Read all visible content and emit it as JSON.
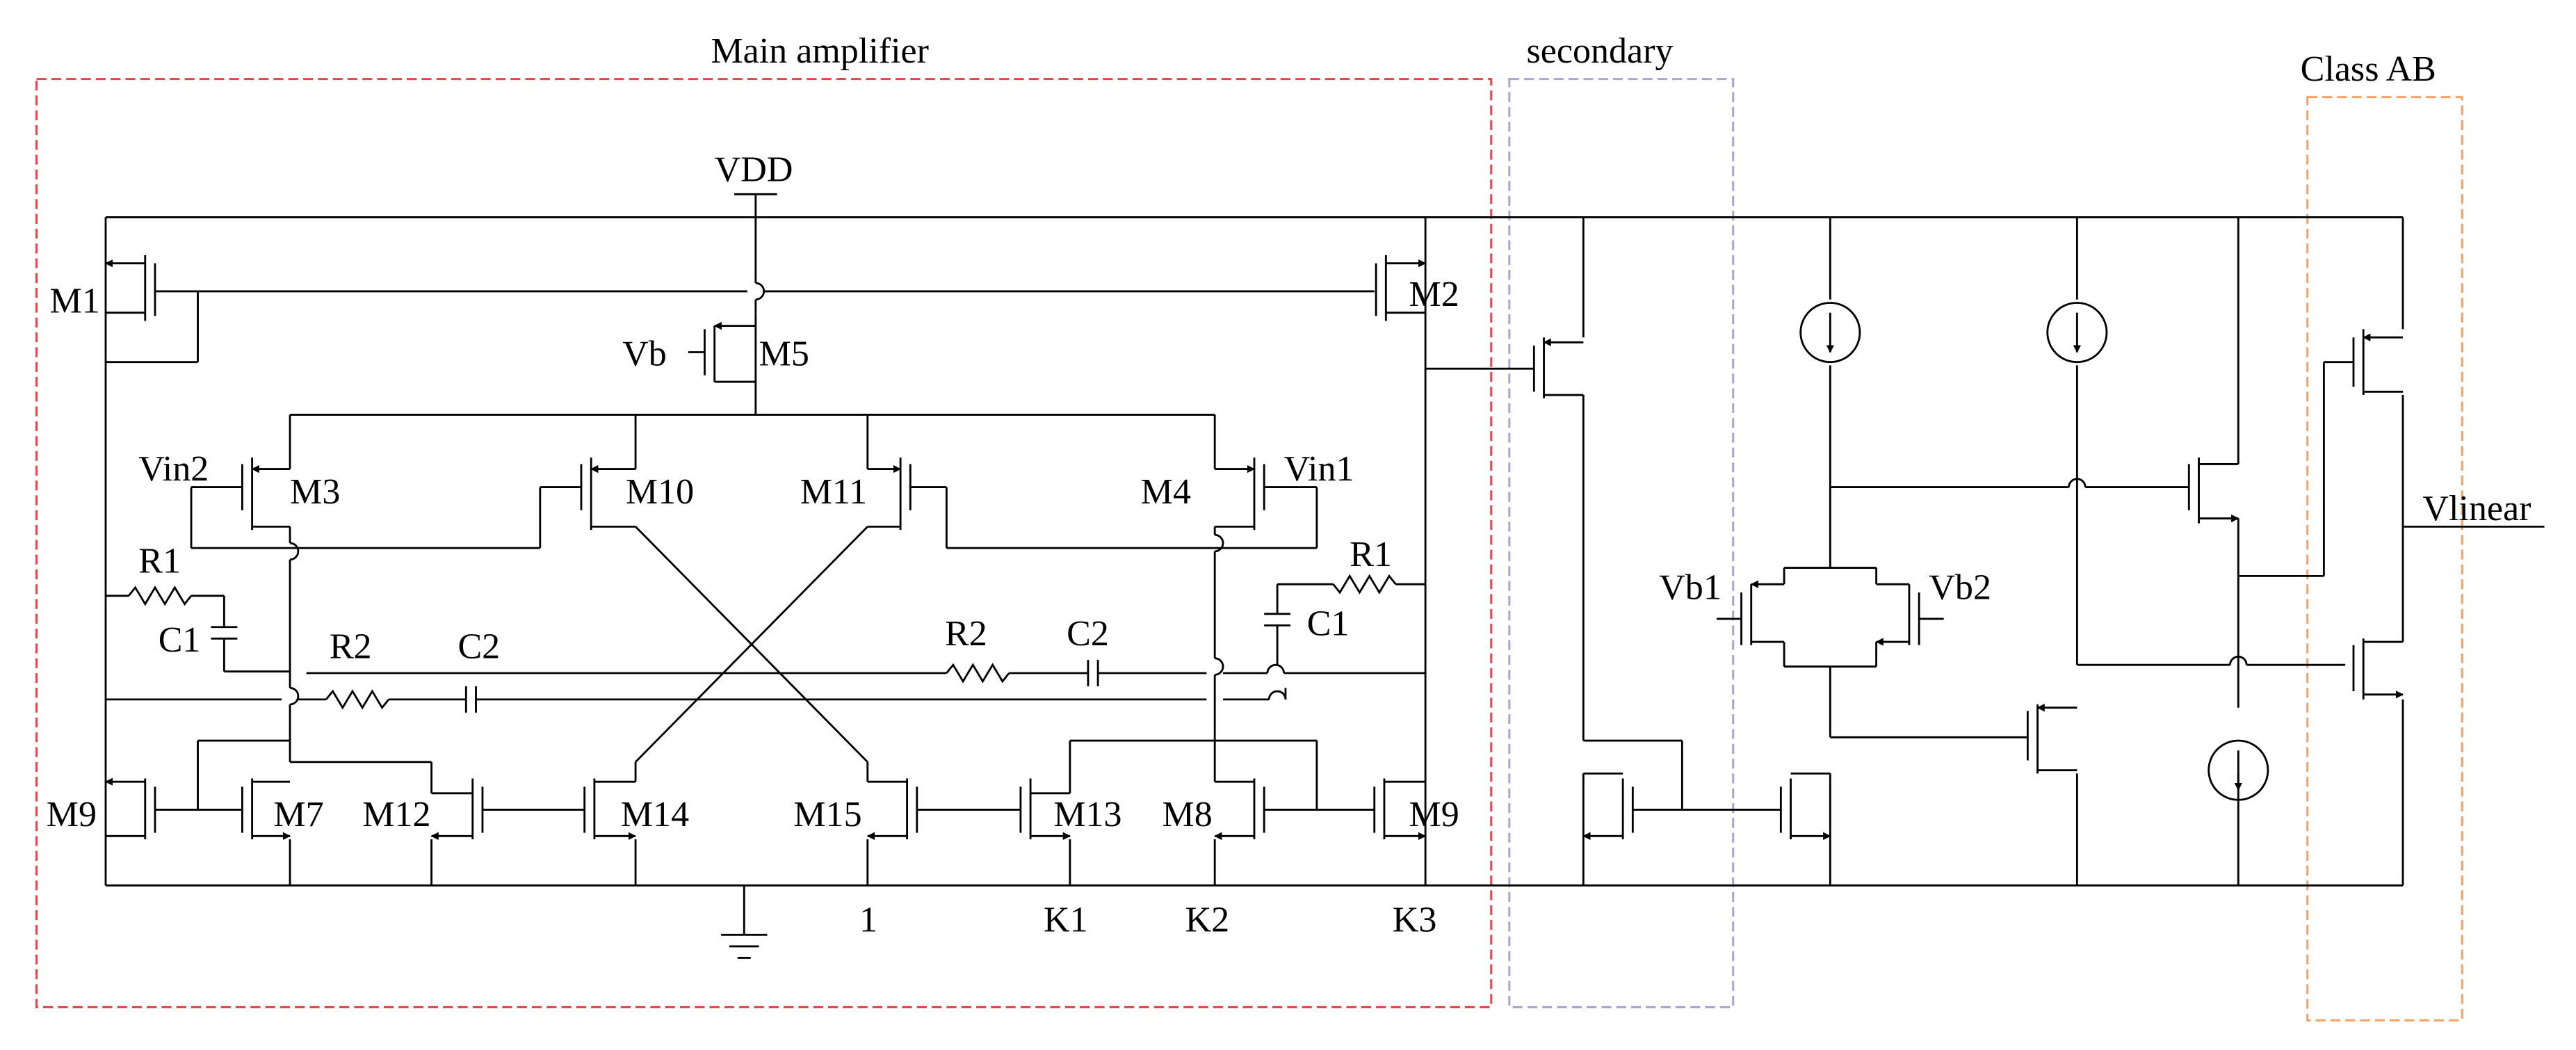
{
  "blocks": {
    "main": {
      "label": "Main amplifier",
      "color": "#e8444b"
    },
    "secondary": {
      "label": "secondary",
      "color": "#a9a6d4"
    },
    "classab": {
      "label": "Class AB",
      "color": "#f2a364"
    }
  },
  "labels": {
    "vdd": "VDD",
    "m1": "M1",
    "m2": "M2",
    "vb": "Vb",
    "m5": "M5",
    "vin2": "Vin2",
    "m3": "M3",
    "m10": "M10",
    "m11": "M11",
    "m4": "M4",
    "vin1": "Vin1",
    "r1_left": "R1",
    "c1_left": "C1",
    "r1_right": "R1",
    "c1_right": "C1",
    "r2_left": "R2",
    "c2_left": "C2",
    "r2_right": "R2",
    "c2_right": "C2",
    "m9_left": "M9",
    "m7": "M7",
    "m12": "M12",
    "m14": "M14",
    "m15": "M15",
    "m13": "M13",
    "m8": "M8",
    "m9_right": "M9",
    "node_1": "1",
    "k1": "K1",
    "k2": "K2",
    "k3": "K3",
    "vb1": "Vb1",
    "vb2": "Vb2",
    "vlinear": "Vlinear"
  },
  "colors": {
    "wire": "#000000",
    "background": "#ffffff"
  }
}
